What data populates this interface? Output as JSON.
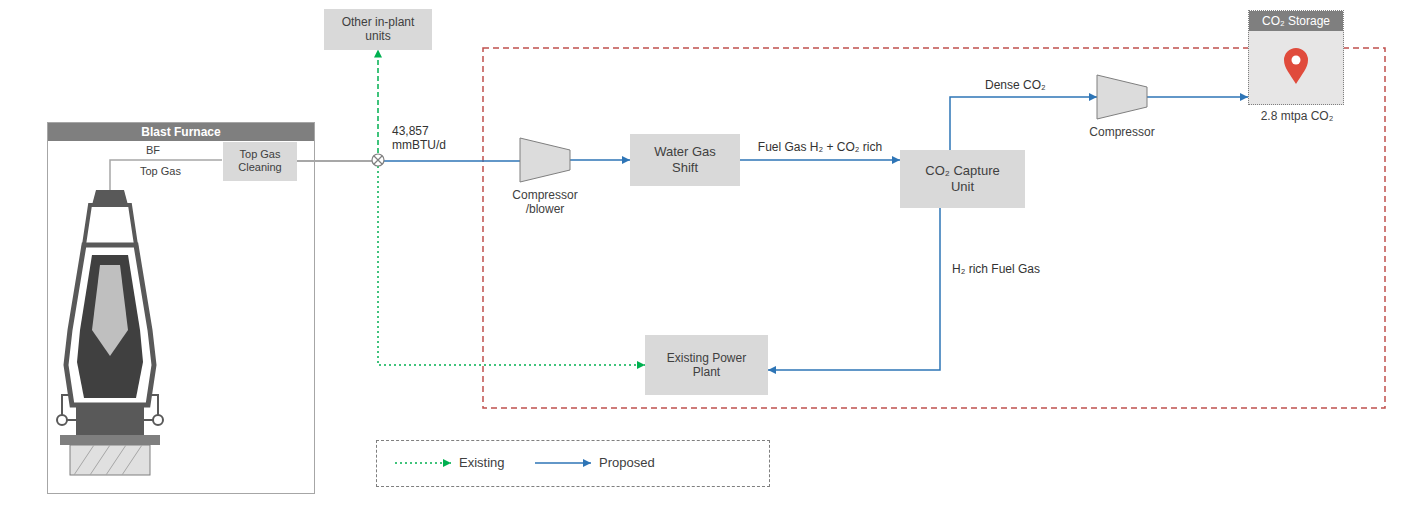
{
  "diagram": {
    "nodes": [
      {
        "text": [
          "Blast Furnace"
        ]
      },
      {
        "text": [
          "Top Gas Cleaning"
        ],
        "in": 0
      },
      {
        "text": [
          "Other in-plant units"
        ]
      },
      {
        "text": [
          "Compressor /blower"
        ]
      },
      {
        "text": [
          "Water Gas Shift"
        ]
      },
      {
        "text": [
          "CO₂ Capture Unit"
        ]
      },
      {
        "text": [
          "Compressor"
        ]
      },
      {
        "text": [
          "CO₂ Storage",
          "2.8 mtpa CO₂"
        ]
      },
      {
        "text": [
          "Existing Power Plant"
        ]
      }
    ],
    "edges": [
      {
        "from": 1,
        "to": 2,
        "arrow": "to"
      },
      {
        "from": 1,
        "to": 3,
        "label": "43,857 mmBTU/d",
        "arrow": "none"
      },
      {
        "from": 1,
        "to": 8,
        "arrow": "to"
      },
      {
        "from": 3,
        "to": 4,
        "arrow": "to"
      },
      {
        "from": 4,
        "to": 5,
        "label": "Fuel Gas H₂ + CO₂ rich",
        "arrow": "to"
      },
      {
        "from": 5,
        "to": 6,
        "label": "Dense CO₂",
        "arrow": "to"
      },
      {
        "from": 6,
        "to": 7,
        "arrow": "to"
      },
      {
        "from": 5,
        "to": 8,
        "label": "H₂ rich Fuel Gas",
        "arrow": "to"
      }
    ],
    "labels": [
      "BF",
      "Top Gas"
    ],
    "legend": [
      {
        "text": "Existing"
      },
      {
        "text": "Proposed"
      }
    ]
  }
}
